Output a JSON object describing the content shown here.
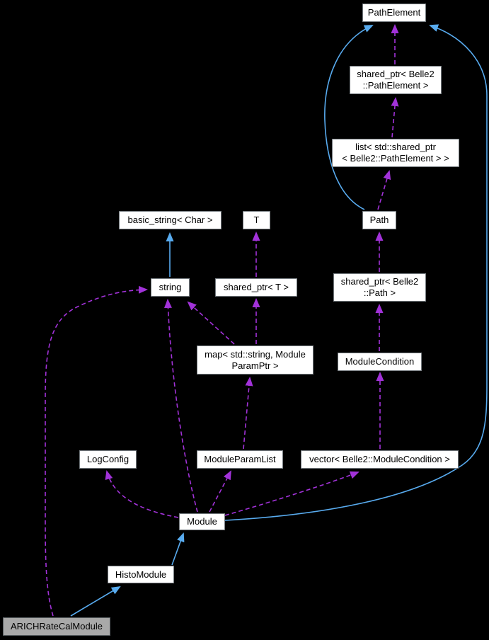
{
  "diagram": {
    "type": "doxygen-collaboration-graph",
    "focus_class": "ARICHRateCalModule",
    "background_color": "#000000",
    "node_fill": "#ffffff",
    "node_border": "#757b80",
    "highlight_fill": "#a9a9a9",
    "inheritance_edge_color": "#58abef",
    "usage_edge_color": "#a232d9"
  },
  "nodes": [
    {
      "id": "pathelement",
      "lines": [
        "PathElement"
      ]
    },
    {
      "id": "shared-ptr-pathelement",
      "lines": [
        "shared_ptr< Belle2",
        "::PathElement >"
      ]
    },
    {
      "id": "list-shared-ptr-pathelement",
      "lines": [
        "list< std::shared_ptr",
        "< Belle2::PathElement > >"
      ]
    },
    {
      "id": "path",
      "lines": [
        "Path"
      ]
    },
    {
      "id": "basic-string",
      "lines": [
        "basic_string< Char >"
      ]
    },
    {
      "id": "t",
      "lines": [
        "T"
      ]
    },
    {
      "id": "string",
      "lines": [
        "string"
      ]
    },
    {
      "id": "shared-ptr-t",
      "lines": [
        "shared_ptr< T >"
      ]
    },
    {
      "id": "shared-ptr-path",
      "lines": [
        "shared_ptr< Belle2",
        "::Path >"
      ]
    },
    {
      "id": "map-moduleparamptr",
      "lines": [
        "map< std::string, Module",
        "ParamPtr >"
      ]
    },
    {
      "id": "modulecondition",
      "lines": [
        "ModuleCondition"
      ]
    },
    {
      "id": "logconfig",
      "lines": [
        "LogConfig"
      ]
    },
    {
      "id": "moduleparamlist",
      "lines": [
        "ModuleParamList"
      ]
    },
    {
      "id": "vector-modulecondition",
      "lines": [
        "vector< Belle2::ModuleCondition >"
      ]
    },
    {
      "id": "module",
      "lines": [
        "Module"
      ]
    },
    {
      "id": "histomodule",
      "lines": [
        "HistoModule"
      ]
    },
    {
      "id": "arichratecalmodule",
      "lines": [
        "ARICHRateCalModule"
      ]
    }
  ],
  "edges": [
    {
      "from": "string",
      "to": "basic_string< Char >",
      "relation": "inheritance"
    },
    {
      "from": "Path",
      "to": "PathElement",
      "relation": "inheritance"
    },
    {
      "from": "Module",
      "to": "PathElement",
      "relation": "inheritance"
    },
    {
      "from": "HistoModule",
      "to": "Module",
      "relation": "inheritance"
    },
    {
      "from": "ARICHRateCalModule",
      "to": "HistoModule",
      "relation": "inheritance"
    },
    {
      "from": "shared_ptr< Belle2::PathElement >",
      "to": "PathElement",
      "relation": "usage"
    },
    {
      "from": "list< std::shared_ptr< Belle2::PathElement > >",
      "to": "shared_ptr< Belle2::PathElement >",
      "relation": "usage"
    },
    {
      "from": "Path",
      "to": "list< std::shared_ptr< Belle2::PathElement > >",
      "relation": "usage"
    },
    {
      "from": "shared_ptr< Belle2::Path >",
      "to": "Path",
      "relation": "usage"
    },
    {
      "from": "ModuleCondition",
      "to": "shared_ptr< Belle2::Path >",
      "relation": "usage"
    },
    {
      "from": "vector< Belle2::ModuleCondition >",
      "to": "ModuleCondition",
      "relation": "usage"
    },
    {
      "from": "Module",
      "to": "vector< Belle2::ModuleCondition >",
      "relation": "usage"
    },
    {
      "from": "Module",
      "to": "LogConfig",
      "relation": "usage"
    },
    {
      "from": "Module",
      "to": "ModuleParamList",
      "relation": "usage"
    },
    {
      "from": "Module",
      "to": "string",
      "relation": "usage"
    },
    {
      "from": "ModuleParamList",
      "to": "map< std::string, ModuleParamPtr >",
      "relation": "usage"
    },
    {
      "from": "map< std::string, ModuleParamPtr >",
      "to": "string",
      "relation": "usage"
    },
    {
      "from": "map< std::string, ModuleParamPtr >",
      "to": "shared_ptr< T >",
      "relation": "usage"
    },
    {
      "from": "shared_ptr< T >",
      "to": "T",
      "relation": "usage"
    },
    {
      "from": "ARICHRateCalModule",
      "to": "string",
      "relation": "usage"
    }
  ]
}
